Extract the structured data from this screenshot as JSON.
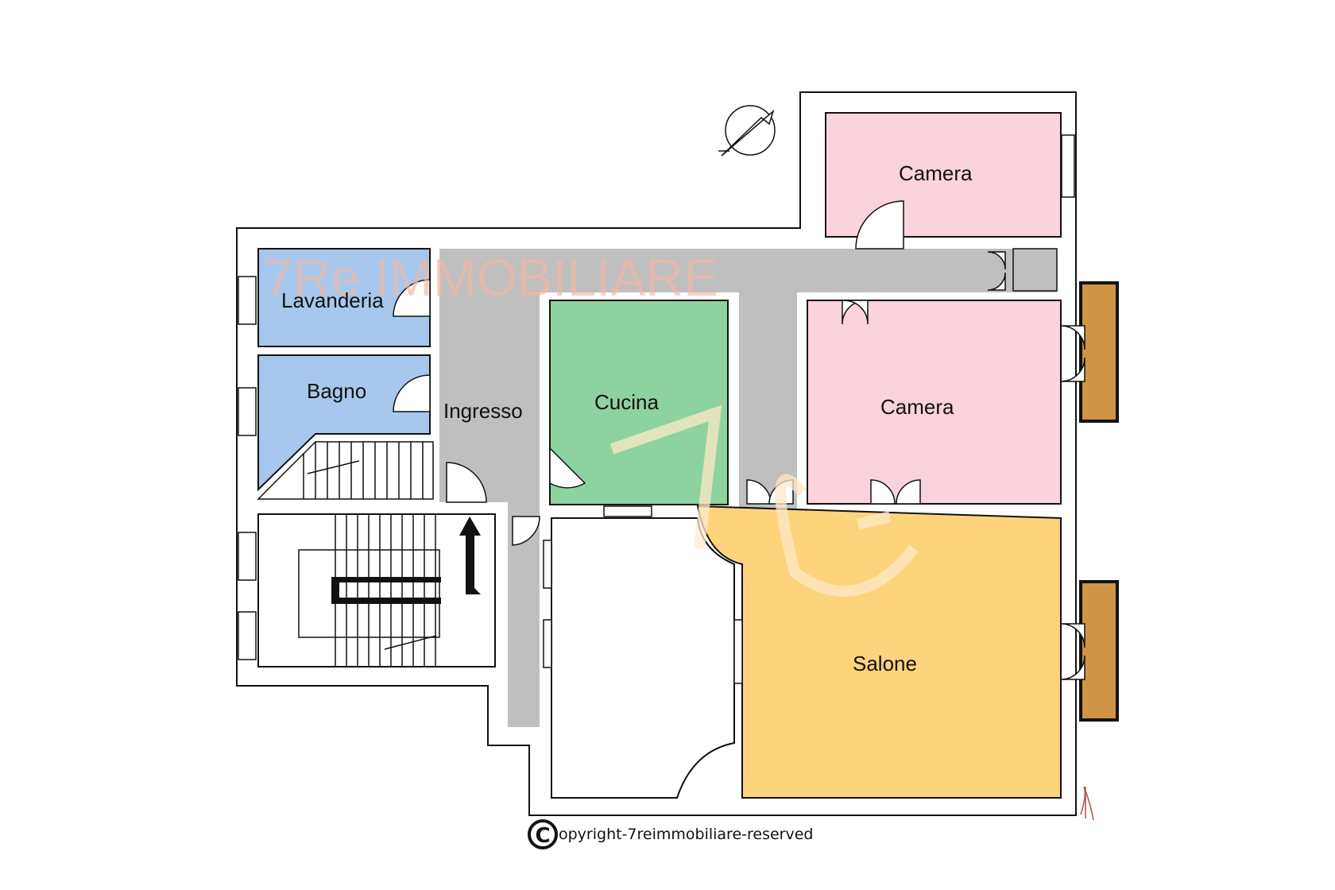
{
  "rooms": {
    "lavanderia": "Lavanderia",
    "bagno": "Bagno",
    "ingresso": "Ingresso",
    "cucina": "Cucina",
    "camera_top": "Camera",
    "camera_mid": "Camera",
    "salone": "Salone"
  },
  "watermark": {
    "text": "7Re IMMOBILIARE"
  },
  "footer": {
    "copyright_symbol": "C",
    "copyright_text": "opyright-7reimmobiliare-reserved"
  },
  "colors": {
    "wall": "#111111",
    "corridor": "#bfbfbf",
    "service_rooms": "#a7c8ec",
    "kitchen": "#8dd39f",
    "bedrooms": "#fbd3dc",
    "living": "#fdd47c",
    "balconies": "#cf9444",
    "watermark": "#f2b8a8"
  },
  "icons": [
    "compass-icon",
    "stair-arrow-icon",
    "copyright-icon",
    "logo-mark"
  ]
}
